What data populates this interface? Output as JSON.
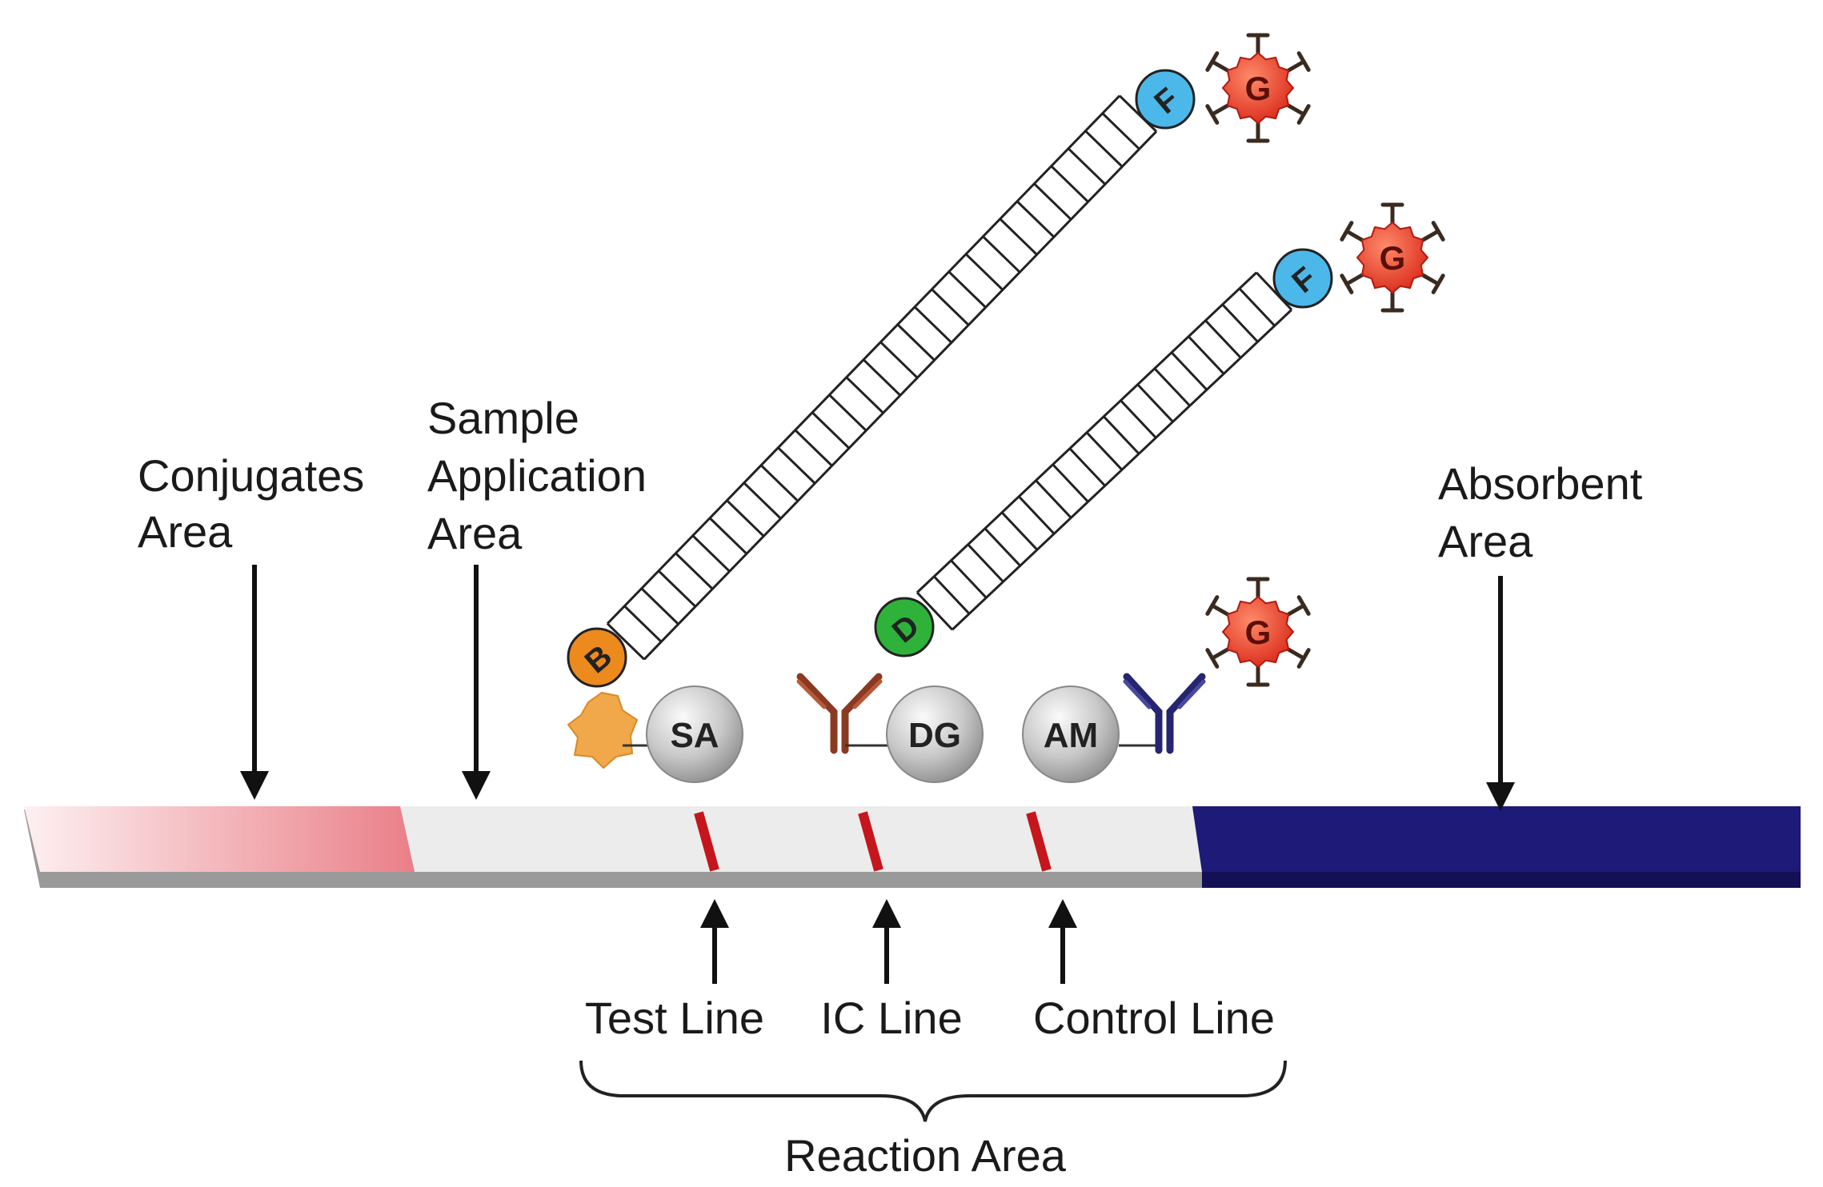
{
  "labels": {
    "conjugates": [
      "Conjugates",
      "Area"
    ],
    "sample": [
      "Sample",
      "Application",
      "Area"
    ],
    "absorbent": [
      "Absorbent",
      "Area"
    ],
    "test_line": "Test Line",
    "ic_line": "IC Line",
    "control_line": "Control Line",
    "reaction_area": "Reaction Area"
  },
  "beads": {
    "sa": "SA",
    "dg": "DG",
    "am": "AM"
  },
  "tags": {
    "b": "B",
    "d": "D",
    "f1": "F",
    "f2": "F",
    "g1": "G",
    "g2": "G",
    "g3": "G"
  },
  "colors": {
    "conjugate_pad": "#ea7f88",
    "membrane": "#ececec",
    "absorbent_pad": "#1e1a78",
    "line_red": "#c4161c",
    "tag_b": "#ec8a1e",
    "tag_d": "#2fb23a",
    "tag_f": "#4cb8ea",
    "gold": "#e53a2a",
    "antibody_brown": "#8b3a22",
    "antibody_navy": "#252570"
  }
}
